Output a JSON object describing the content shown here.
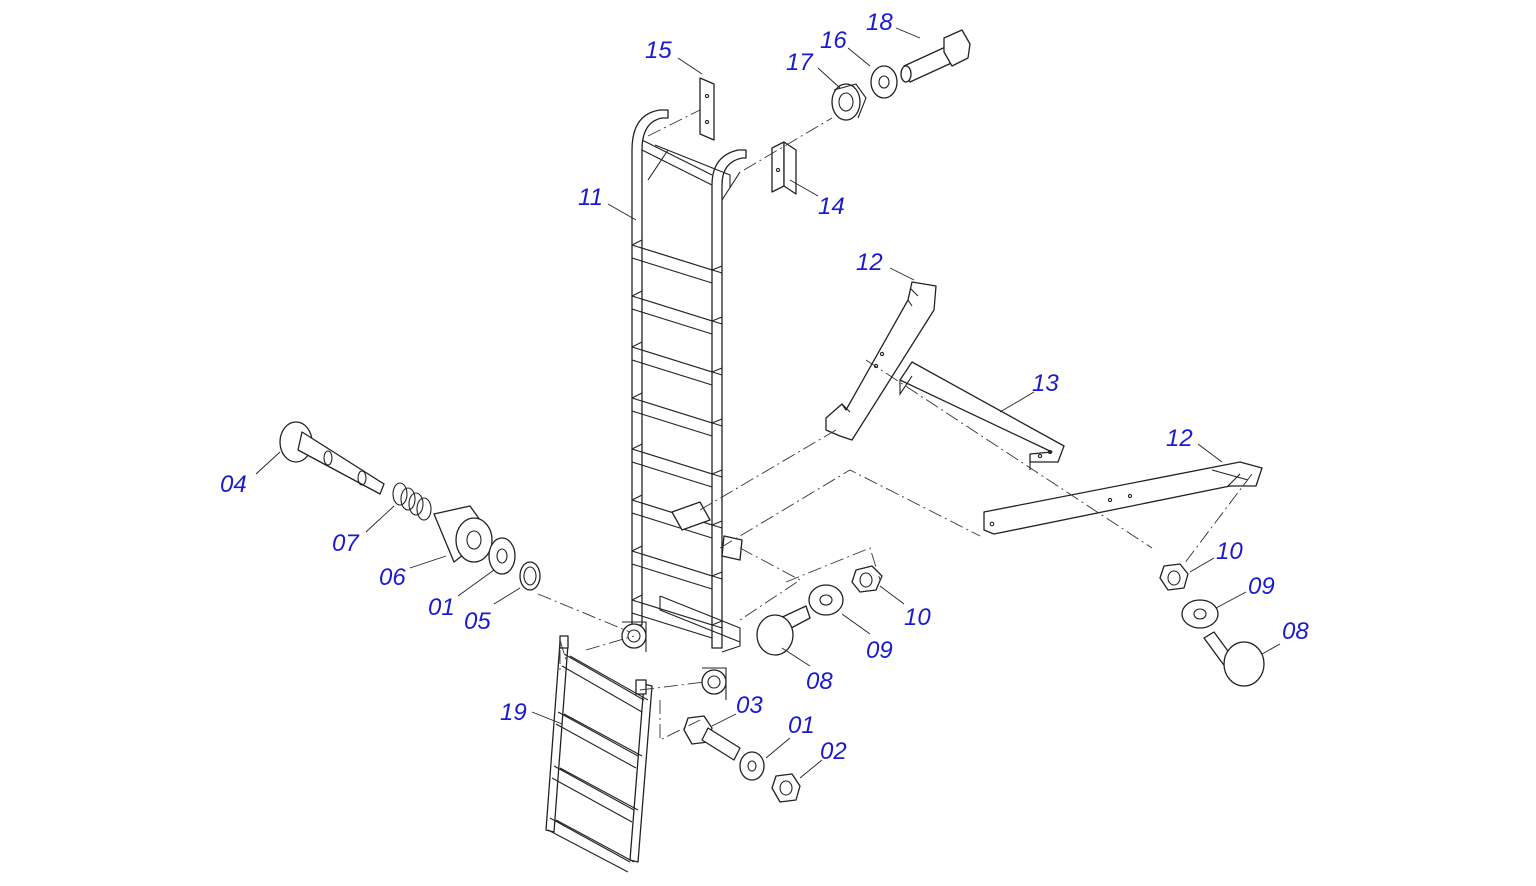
{
  "diagram": {
    "colors": {
      "label": "#1a1ad0",
      "line": "#222222"
    },
    "labels": {
      "p15": "15",
      "p16": "16",
      "p17": "17",
      "p18": "18",
      "p11": "11",
      "p14": "14",
      "p12a": "12",
      "p13": "13",
      "p12b": "12",
      "p04": "04",
      "p07": "07",
      "p06": "06",
      "p01a": "01",
      "p05": "05",
      "p10a": "10",
      "p09a": "09",
      "p08a": "08",
      "p10b": "10",
      "p09b": "09",
      "p08b": "08",
      "p19": "19",
      "p03": "03",
      "p01b": "01",
      "p02": "02"
    }
  }
}
